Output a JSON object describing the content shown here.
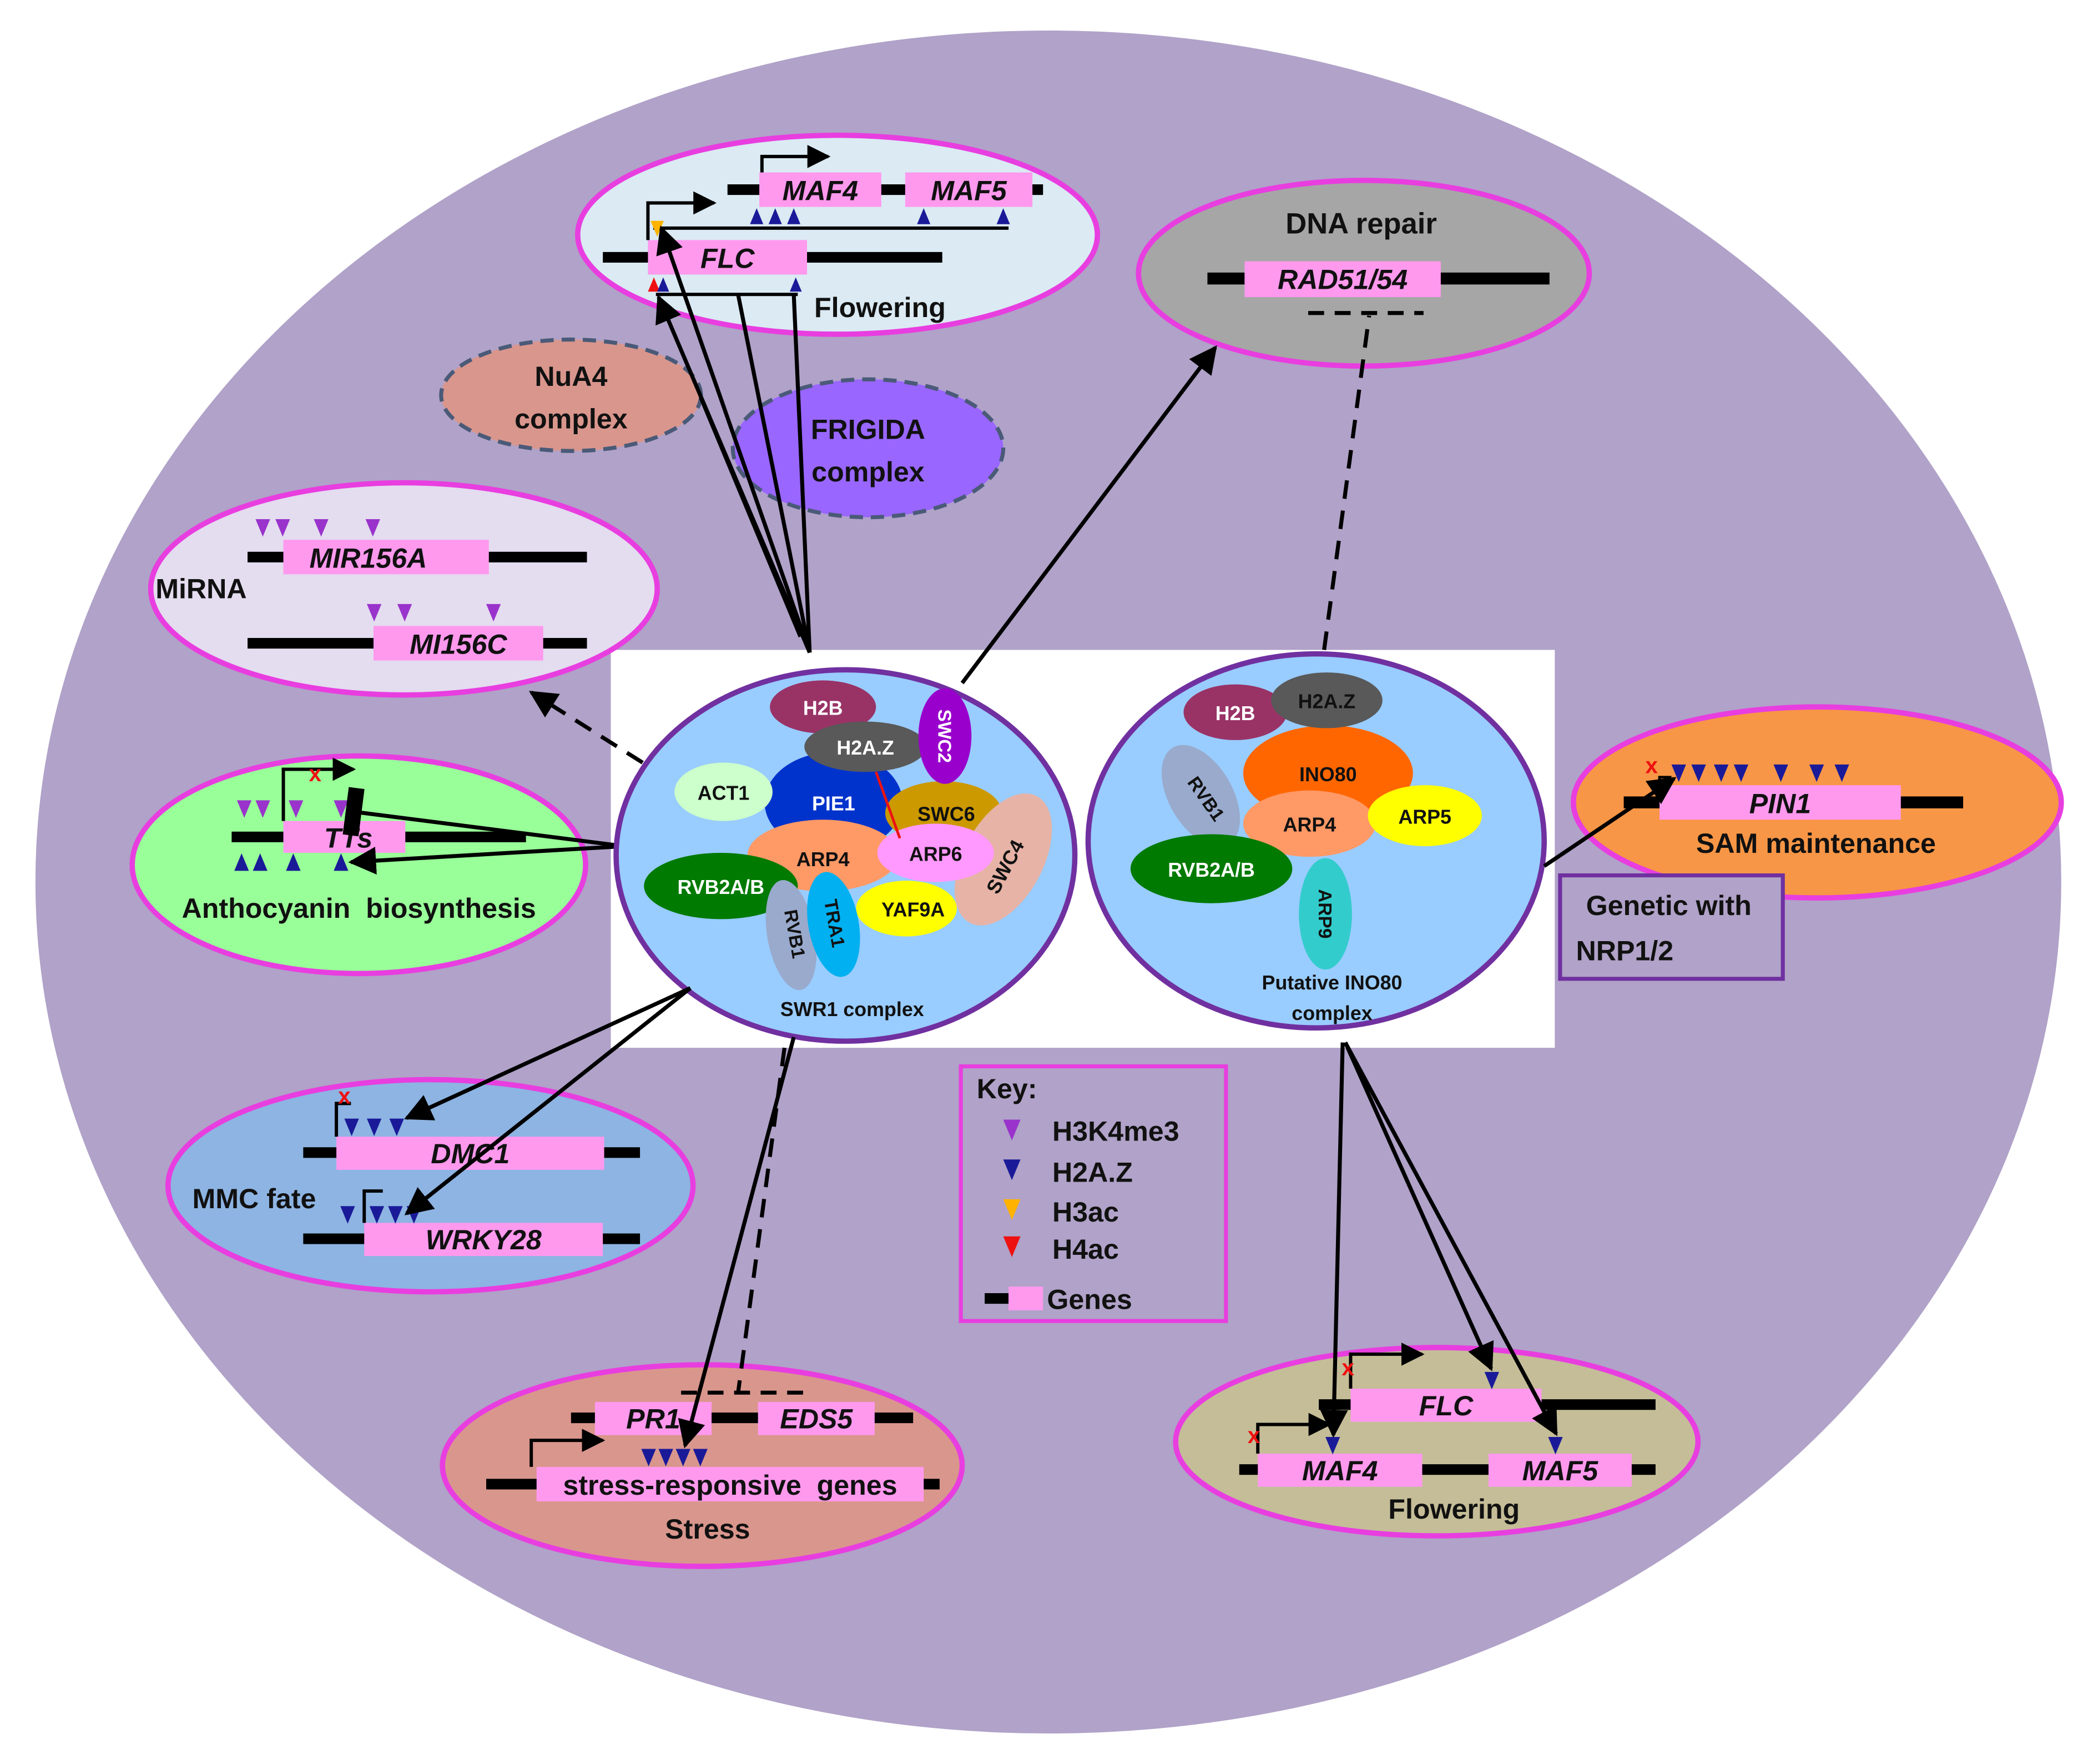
{
  "colors": {
    "cell": "#b0a2c8",
    "magenta": "#e83ee0",
    "gene_box": "#ff99ee",
    "h3k4me3": "#9933cc",
    "h2az": "#1a1a99",
    "h3ac": "#ffb300",
    "h4ac": "#ee1111"
  },
  "flowering_top": {
    "title": "Flowering",
    "genes": [
      "MAF4",
      "MAF5",
      "FLC"
    ]
  },
  "nua4": {
    "label_line1": "NuA4",
    "label_line2": "complex"
  },
  "frigida": {
    "label_line1": "FRIGIDA",
    "label_line2": "complex"
  },
  "dna_repair": {
    "title": "DNA repair",
    "gene": "RAD51/54"
  },
  "mirna": {
    "title": "MiRNA",
    "genes": [
      "MIR156A",
      "MI156C"
    ]
  },
  "anthocyanin": {
    "title": "Anthocyanin  biosynthesis",
    "gene": "TTs"
  },
  "swr1": {
    "caption": "SWR1 complex",
    "subunits": {
      "h2b": "H2B",
      "h2az": "H2A.Z",
      "swc2": "SWC2",
      "act1": "ACT1",
      "pie1": "PIE1",
      "swc6": "SWC6",
      "arp4": "ARP4",
      "arp6": "ARP6",
      "swc4": "SWC4",
      "rvb2ab": "RVB2A/B",
      "tra1": "TRA1",
      "yaf9a": "YAF9A",
      "rvb1": "RVB1"
    }
  },
  "ino80": {
    "caption_line1": "Putative INO80",
    "caption_line2": "complex",
    "subunits": {
      "h2b": "H2B",
      "h2az": "H2A.Z",
      "ino80": "INO80",
      "rvb1": "RVB1",
      "arp4": "ARP4",
      "arp5": "ARP5",
      "rvb2ab": "RVB2A/B",
      "arp9": "ARP9"
    }
  },
  "sam": {
    "title": "SAM maintenance",
    "gene": "PIN1"
  },
  "genetic_box": {
    "line1": "Genetic with",
    "line2": "NRP1/2"
  },
  "mmc": {
    "title": "MMC fate",
    "genes": [
      "DMC1",
      "WRKY28"
    ]
  },
  "key": {
    "title": "Key:",
    "entries": [
      "H3K4me3",
      "H2A.Z",
      "H3ac",
      "H4ac"
    ],
    "genes_label": "Genes"
  },
  "stress": {
    "title": "Stress",
    "genes": [
      "PR1",
      "EDS5",
      "stress-responsive  genes"
    ]
  },
  "flowering_bottom": {
    "title": "Flowering",
    "genes": [
      "FLC",
      "MAF4",
      "MAF5"
    ]
  }
}
